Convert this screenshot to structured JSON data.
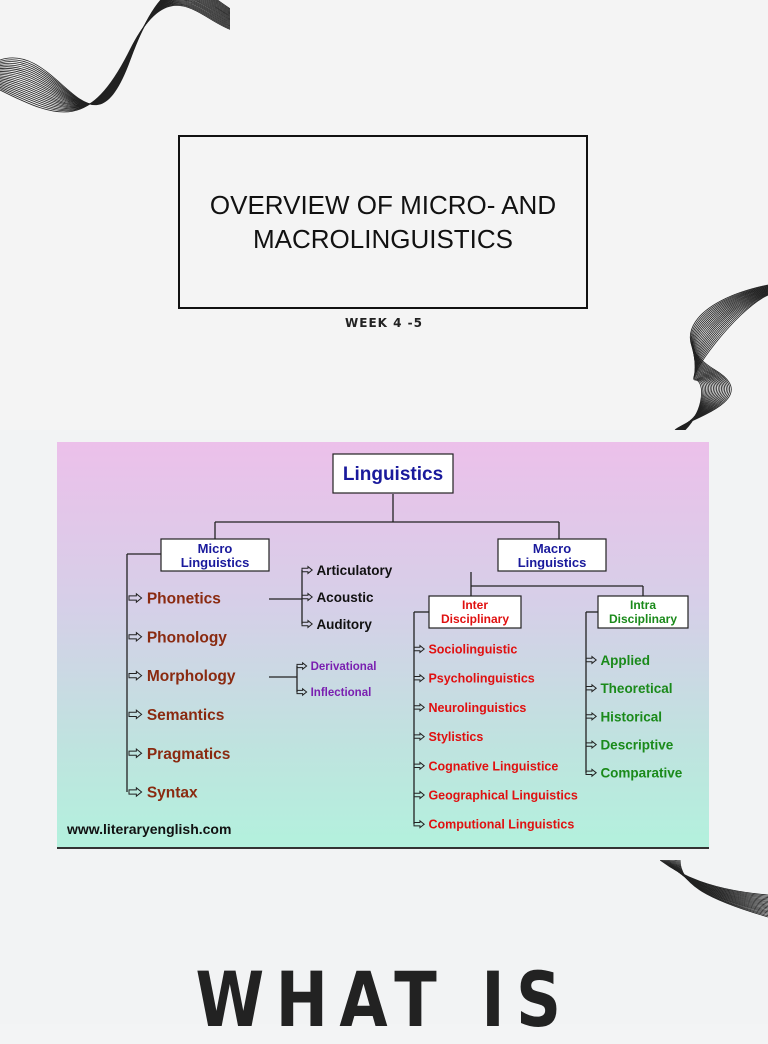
{
  "slide": {
    "title": "OVERVIEW OF MICRO- AND MACROLINGUISTICS",
    "subtitle": "WEEK 4 -5",
    "bottom_heading": "WHAT IS"
  },
  "diagram": {
    "root": "Linguistics",
    "micro": {
      "label_line1": "Micro",
      "label_line2": "Linguistics",
      "items": [
        "Phonetics",
        "Phonology",
        "Morphology",
        "Semantics",
        "Pragmatics",
        "Syntax"
      ],
      "phonetics_branches": [
        "Articulatory",
        "Acoustic",
        "Auditory"
      ],
      "morphology_branches": [
        "Derivational",
        "Inflectional"
      ]
    },
    "macro": {
      "label_line1": "Macro",
      "label_line2": "Linguistics",
      "inter": {
        "label_line1": "Inter",
        "label_line2": "Disciplinary",
        "items": [
          "Sociolinguistic",
          "Psycholinguistics",
          "Neurolinguistics",
          "Stylistics",
          "Cognative Linguistice",
          "Geographical Linguistics",
          "Computional Linguistics"
        ]
      },
      "intra": {
        "label_line1": "Intra",
        "label_line2": "Disciplinary",
        "items": [
          "Applied",
          "Theoretical",
          "Historical",
          "Descriptive",
          "Comparative"
        ]
      }
    },
    "website": "www.literaryenglish.com",
    "colors": {
      "micro_items": "#8a2a10",
      "branch_text": "#111111",
      "morph_branches": "#7a1fb0",
      "header_blue": "#1a1a9c",
      "inter_red": "#e01010",
      "intra_green": "#1a8a1a"
    }
  }
}
